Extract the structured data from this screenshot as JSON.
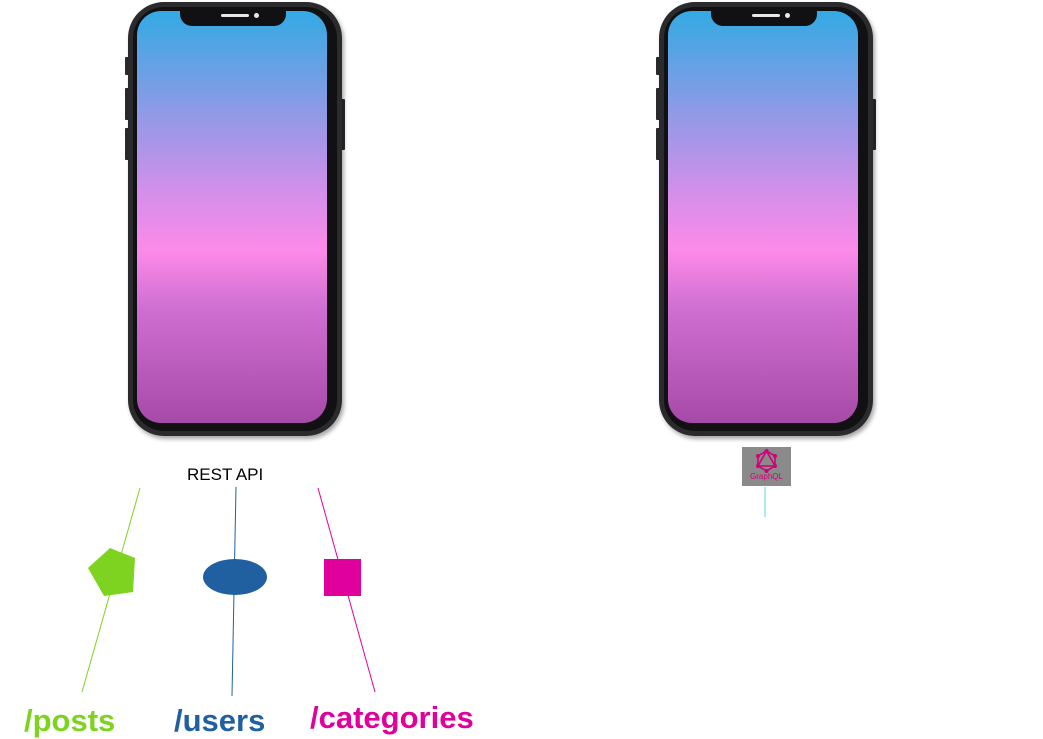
{
  "rest_side": {
    "label": "REST API",
    "endpoints": [
      {
        "label": "/posts",
        "shape": "pentagon",
        "color": "#7ed321"
      },
      {
        "label": "/users",
        "shape": "ellipse",
        "color": "#2060a0"
      },
      {
        "label": "/categories",
        "shape": "square",
        "color": "#e0009b"
      }
    ]
  },
  "graphql_side": {
    "logo_text": "GraphQL",
    "logo_icon": "graphql-logo-icon",
    "connector_color": "#5bd6e0"
  },
  "phone_screen_colors": [
    "#33aae4",
    "#fd8ae8",
    "#a64aa7"
  ]
}
